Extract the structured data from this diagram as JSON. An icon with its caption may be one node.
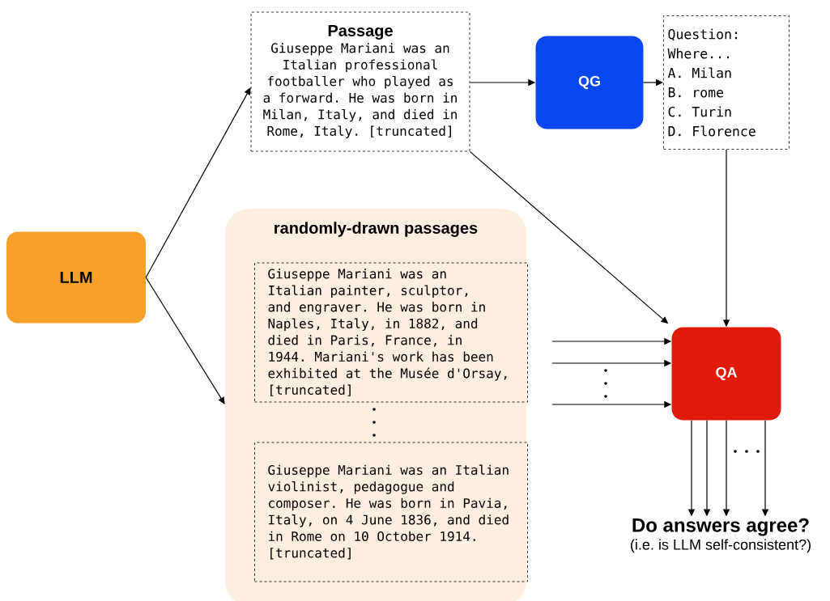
{
  "diagram": {
    "nodes": [
      {
        "text": [
          "LLM"
        ]
      },
      {
        "text": [
          "Passage",
          "Giuseppe Mariani was an Italian professional footballer who played as a forward. He was born in Milan, Italy, and died in Rome, Italy. [truncated]"
        ]
      },
      {
        "text": [
          "QG"
        ]
      },
      {
        "text": [
          "Question:",
          "Where...",
          "A. Milan",
          "B. rome",
          "C. Turin",
          "D. Florence"
        ]
      },
      {
        "text": [
          "randomly-drawn passages"
        ]
      },
      {
        "text": [
          "Giuseppe Mariani was an Italian painter, sculptor, and engraver. He was born in Naples, Italy, in 1882, and died in Paris, France, in 1944. Mariani's work has been exhibited at the Musée d'Orsay, [truncated]"
        ],
        "in": 4
      },
      {
        "text": [
          "Giuseppe Mariani was an Italian violinist, pedagogue and composer. He was born in Pavia, Italy, on 4 June 1836, and died in Rome on 10 October 1914. [truncated]"
        ],
        "in": 4
      },
      {
        "text": [
          "QA"
        ]
      },
      {
        "text": [
          "Do answers agree?",
          "(i.e. is LLM self-consistent?)"
        ]
      }
    ],
    "edges": [
      {
        "from": 0,
        "to": 1,
        "arrow": "to"
      },
      {
        "from": 0,
        "to": 4,
        "arrow": "to"
      },
      {
        "from": 1,
        "to": 2,
        "arrow": "to"
      },
      {
        "from": 2,
        "to": 3,
        "arrow": "to"
      },
      {
        "from": 1,
        "to": 7,
        "arrow": "to"
      },
      {
        "from": 3,
        "to": 7,
        "arrow": "to"
      },
      {
        "from": null,
        "to": 7,
        "arrow": "to"
      },
      {
        "from": null,
        "to": 7,
        "arrow": "to"
      },
      {
        "from": null,
        "to": 7,
        "arrow": "to"
      },
      {
        "from": 7,
        "to": 8,
        "arrow": "to"
      },
      {
        "from": 7,
        "to": 8,
        "arrow": "to"
      },
      {
        "from": 7,
        "to": 8,
        "arrow": "to"
      },
      {
        "from": 7,
        "to": 8,
        "arrow": "to"
      }
    ]
  }
}
